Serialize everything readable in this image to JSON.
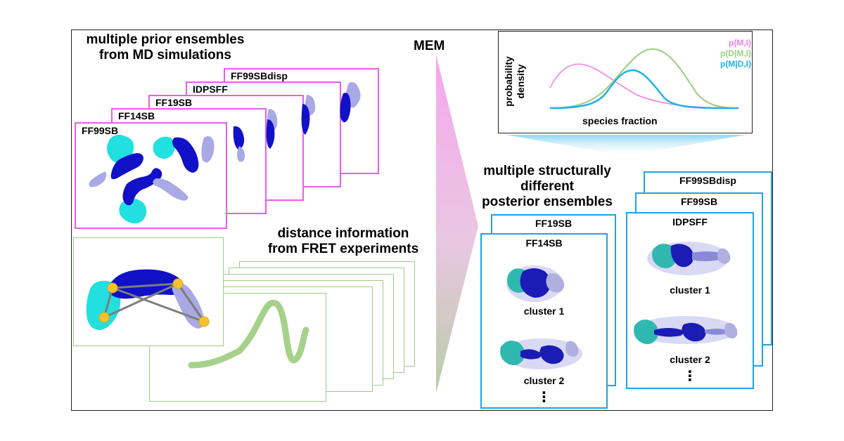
{
  "left_title": "multiple prior ensembles from MD simulations",
  "left_title_lines": [
    "multiple prior ensembles",
    "from MD simulations"
  ],
  "prior_cards": [
    "FF99SBdisp",
    "IDPSFF",
    "FF19SB",
    "FF14SB",
    "FF99SB"
  ],
  "fret_title_lines": [
    "distance information",
    "from FRET experiments"
  ],
  "mem_label": "MEM",
  "plot": {
    "ylabel_lines": [
      "probability",
      "density"
    ],
    "xlabel": "species fraction",
    "legend": [
      {
        "label": "p(M,I)",
        "color": "#f07ee6"
      },
      {
        "label": "p(D|M,I)",
        "color": "#9ccc7e"
      },
      {
        "label": "p(M|D,I)",
        "color": "#1fb2e8"
      }
    ]
  },
  "posterior_title_lines": [
    "multiple structurally",
    "different",
    "posterior ensembles"
  ],
  "posterior_left_cards": [
    "FF19SB",
    "FF14SB"
  ],
  "posterior_right_cards": [
    "FF99SBdisp",
    "FF99SB",
    "IDPSFF"
  ],
  "clusters_left": [
    "cluster 1",
    "cluster 2"
  ],
  "clusters_right": [
    "cluster 1",
    "cluster 2"
  ],
  "ellipsis": "⋮",
  "colors": {
    "prior_border": "#e95ee5",
    "fret_border": "#9ecb85",
    "posterior_border": "#1ea3e0",
    "cyan_domain": "#22e0df",
    "dark_domain": "#1111c8",
    "light_domain": "#a9a9e6",
    "dye": "#f7c231",
    "link": "#7c7c7c"
  }
}
